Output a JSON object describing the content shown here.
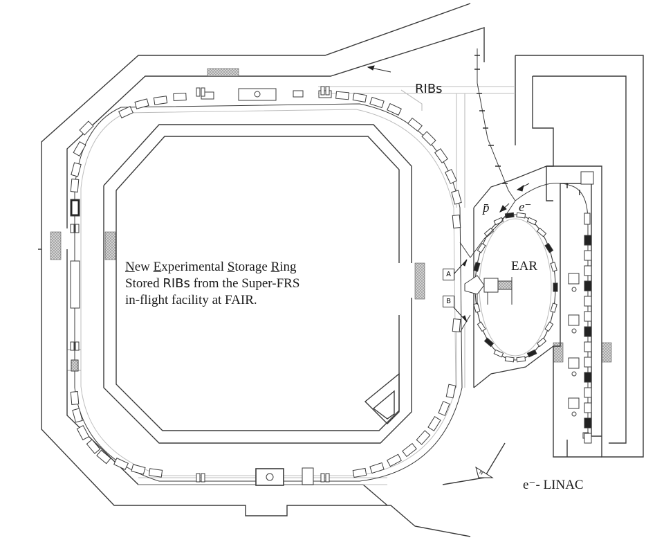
{
  "title": {
    "line1_parts": [
      "N",
      "ew ",
      "E",
      "xperimental ",
      "S",
      "torage ",
      "R",
      "ing"
    ],
    "line2_prefix": "Stored ",
    "line2_ribs": "RIBs",
    "line2_suffix": " from the Super-FRS",
    "line3": "in-flight facility at FAIR."
  },
  "labels": {
    "ribs": "RIBs",
    "ear": "EAR",
    "antiproton": "p̄",
    "electron": "e⁻",
    "linac": "e⁻- LINAC",
    "marker_a": "A",
    "marker_b": "B",
    "north_marker": "N"
  },
  "colors": {
    "line": "#3a3a3a",
    "light_line": "#bdbdbd",
    "hatch": "#9a9a9a",
    "component": "#555555"
  }
}
